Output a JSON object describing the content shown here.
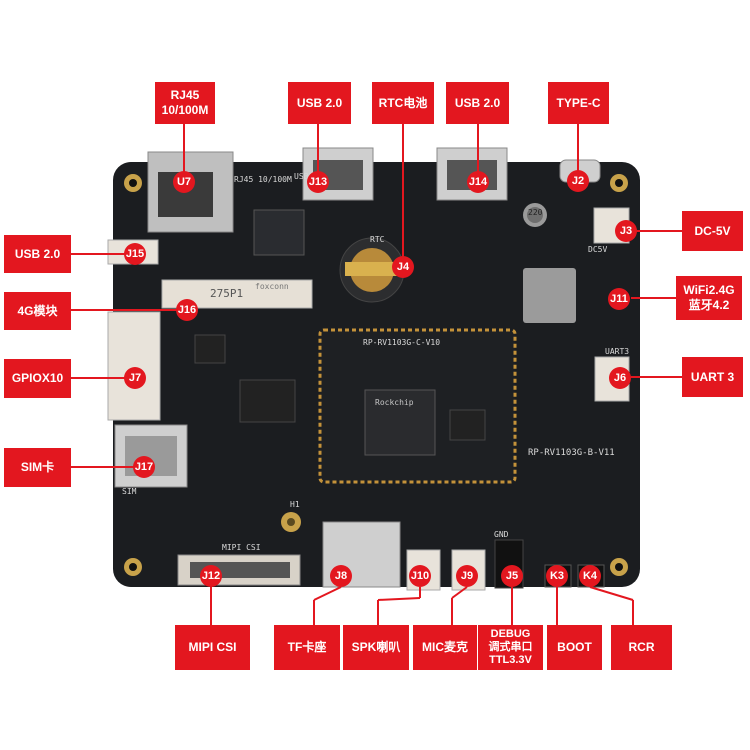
{
  "colors": {
    "accent": "#e3171f",
    "board": "#1b1d20",
    "silkscreen": "#d9d9d9"
  },
  "labels": {
    "rj45": "RJ45\n10/100M",
    "usb_top_left": "USB 2.0",
    "rtc": "RTC电池",
    "usb_top_right": "USB 2.0",
    "typec": "TYPE-C",
    "dc5v": "DC-5V",
    "usb_left": "USB 2.0",
    "wifi": "WiFi2.4G\n蓝牙4.2",
    "g4": "4G模块",
    "gpio": "GPIOX10",
    "uart3": "UART 3",
    "sim": "SIM卡",
    "mipi": "MIPI CSI",
    "tf": "TF卡座",
    "spk": "SPK喇叭",
    "mic": "MIC麦克",
    "debug": "DEBUG\n调式串口\nTTL3.3V",
    "boot": "BOOT",
    "rcr": "RCR"
  },
  "badges": {
    "u7": "U7",
    "j13": "J13",
    "j14": "J14",
    "j2": "J2",
    "j3": "J3",
    "j4": "J4",
    "j15": "J15",
    "j11": "J11",
    "j16": "J16",
    "j7": "J7",
    "j6": "J6",
    "j17": "J17",
    "j12": "J12",
    "j8": "J8",
    "j10": "J10",
    "j9": "J9",
    "j5": "J5",
    "k3": "K3",
    "k4": "K4"
  },
  "silkscreen": {
    "board_name": "RP-RV1103G-B-V11",
    "soc_brand": "Rockchip",
    "core_module": "RP-RV1103G-C-V10",
    "rtc": "RTC",
    "mipi": "MIPI CSI",
    "sim": "SIM",
    "uart3": "UART3",
    "gnd": "GND",
    "fpc": "275P1",
    "foxconn": "foxconn",
    "h1": "H1",
    "dcin": "DC5V",
    "usb1": "USB2.0",
    "rj45": "RJ45 10/100M",
    "cap": "220"
  }
}
